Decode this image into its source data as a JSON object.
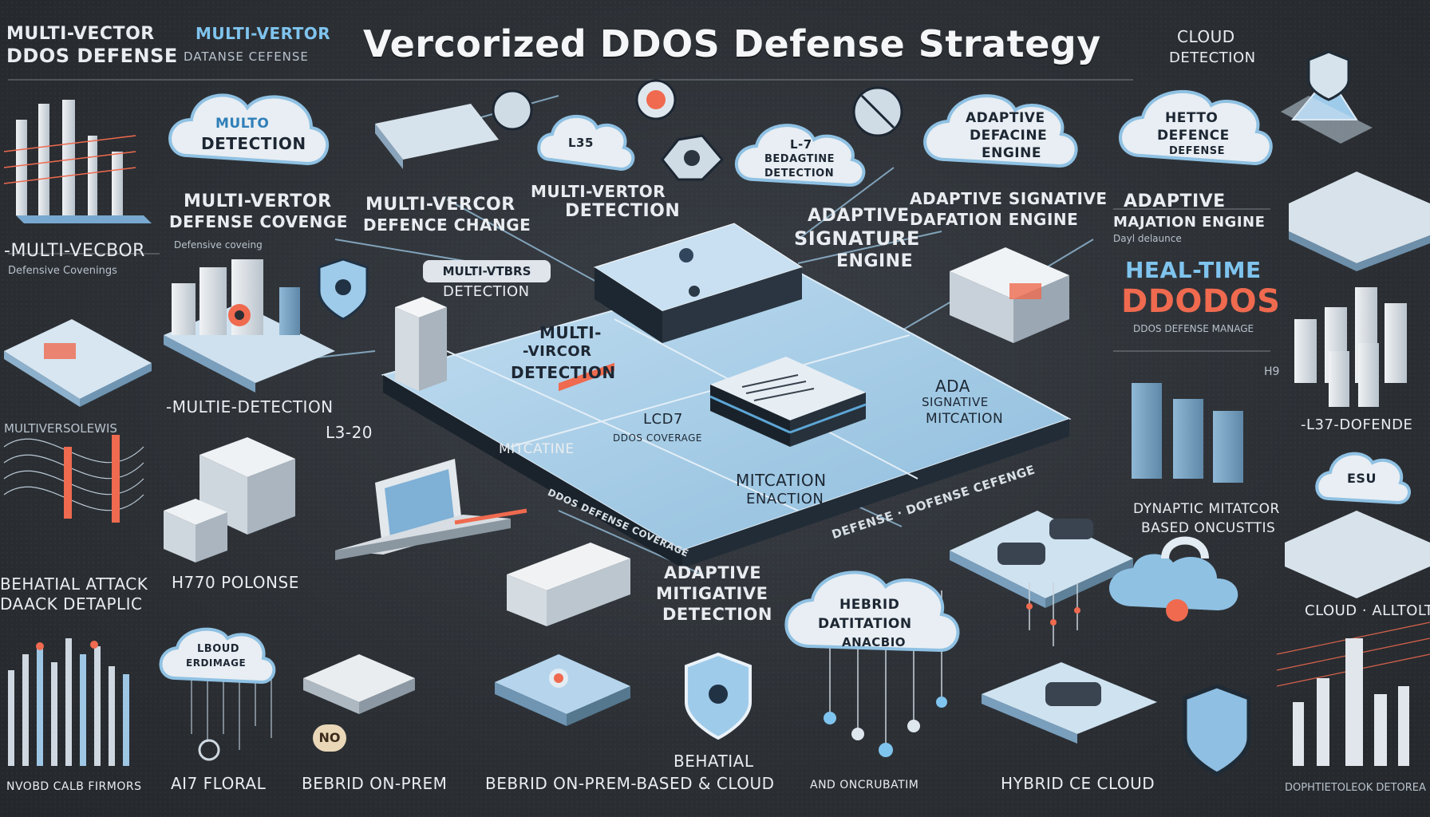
{
  "title": "Vercorized DDOS Defense Strategy",
  "colors": {
    "accent_blue": "#7fc4ee",
    "coral": "#ef6a4f",
    "platform": "#a9d0ea",
    "background": "#2d3136"
  },
  "labels": {
    "tl_head_1": "MULTI-VECTOR",
    "tl_head_2": "DDOS DEFENSE",
    "tl_head_b1": "MULTI-VERTOR",
    "tl_head_b2": "DATANSE CEFENSE",
    "tr_cloud_1": "CLOUD",
    "tr_cloud_2": "DETECTION",
    "cloud_multio_1": "MULTO",
    "cloud_multio_2": "DETECTION",
    "cloud_l35": "L35",
    "cloud_l7_1": "L-7",
    "cloud_l7_2": "BEDAGTINE",
    "cloud_l7_3": "DETECTION",
    "cloud_adaptive_1": "ADAPTIVE",
    "cloud_adaptive_2": "DEFACINE",
    "cloud_adaptive_3": "ENGINE",
    "cloud_hetto_1": "HETTO",
    "cloud_hetto_2": "DEFENCE",
    "cloud_hetto_3": "DEFENSE",
    "mv_defense_cov_1": "MULTI-VERTOR",
    "mv_defense_cov_2": "DEFENSE COVENGE",
    "mv_defense_chg_1": "MULTI-VERCOR",
    "mv_defense_chg_2": "DEFENCE CHANGE",
    "mv_detection_1": "MULTI-VERTOR",
    "mv_detection_2": "DETECTION",
    "adaptive_sig_1": "ADAPTIVE",
    "adaptive_sig_2": "SIGNATURE",
    "adaptive_sig_3": "ENGINE",
    "adaptive_dafation": "ADAPTIVE SIGNATIVE\nDAFATION ENGINE",
    "adaptive_majation_1": "ADAPTIVE",
    "adaptive_majation_2": "MAJATION ENGINE",
    "multi_vecbor": "-MULTI-VECBOR",
    "multi_vecbor_sub": "Defensive Covenings",
    "multi_btrs": "MULTI-VTBRS",
    "multi_btrs_2": "DETECTION",
    "platform_mv_1": "MULTI-",
    "platform_mv_2": "-VIRCOR",
    "platform_mv_3": "DETECTION",
    "platform_lcd7": "LCD7",
    "platform_lcd7_sub": "DDOS COVERAGE",
    "platform_ada_1": "ADA",
    "platform_ada_2": "SIGNATIVE",
    "platform_ada_3": "MITCATION",
    "platform_mitcation": "MITCATINE",
    "platform_mit_enact_1": "MITCATION",
    "platform_mit_enact_2": "ENACTION",
    "platform_edge_1": "DDOS DEFENSE COVERAGE",
    "platform_edge_2": "DEFENSE · DOFENSE CEFENGE",
    "real_time_1": "HEAL-TIME",
    "real_time_2": "DDODOS",
    "multi_detection": "-MULTIE-DETECTION",
    "mv_lewis": "MULTIVERSOLEWIS",
    "l320": "L3-20",
    "l37": "-L37-DOFENDE",
    "esu": "ESU",
    "dynamic_1": "DYNAPTIC MITATCOR",
    "dynamic_2": "BASED ONCUSTTIS",
    "behatial_1": "BEHATIAL ATTACK",
    "behatial_2": "DAACK DETAPLIC",
    "h770": "H770 POLONSE",
    "adaptive_mitig_1": "ADAPTIVE",
    "adaptive_mitig_2": "MITIGATIVE",
    "adaptive_mitig_3": "DETECTION",
    "hebrid_cloud_1": "HEBRID",
    "hebrid_cloud_2": "DATITATION",
    "hebrid_cloud_3": "ANACBIO",
    "cloud_alltolt": "CLOUD · ALLTOLT",
    "cloud_bl_1": "LBOUD",
    "cloud_bl_2": "ERDIMAGE",
    "no_badge": "NO",
    "bottom_1": "NVOBD CALB FIRMORS",
    "bottom_2": "AI7 FLORAL",
    "bottom_3": "BEBRID ON-PREM",
    "bottom_4a": "BEHATIAL",
    "bottom_4": "BEBRID ON-PREM-BASED & CLOUD",
    "bottom_5": "AND ONCRUBATIM",
    "bottom_6": "HYBRID CE CLOUD",
    "bottom_7": "DOPHTIETOLEOK DETOREA",
    "h19": "H9",
    "sub_a": "Defensive coveing",
    "sub_b": "Dayl delaunce",
    "sub_c": "DDOS DEFENSE MANAGE"
  }
}
